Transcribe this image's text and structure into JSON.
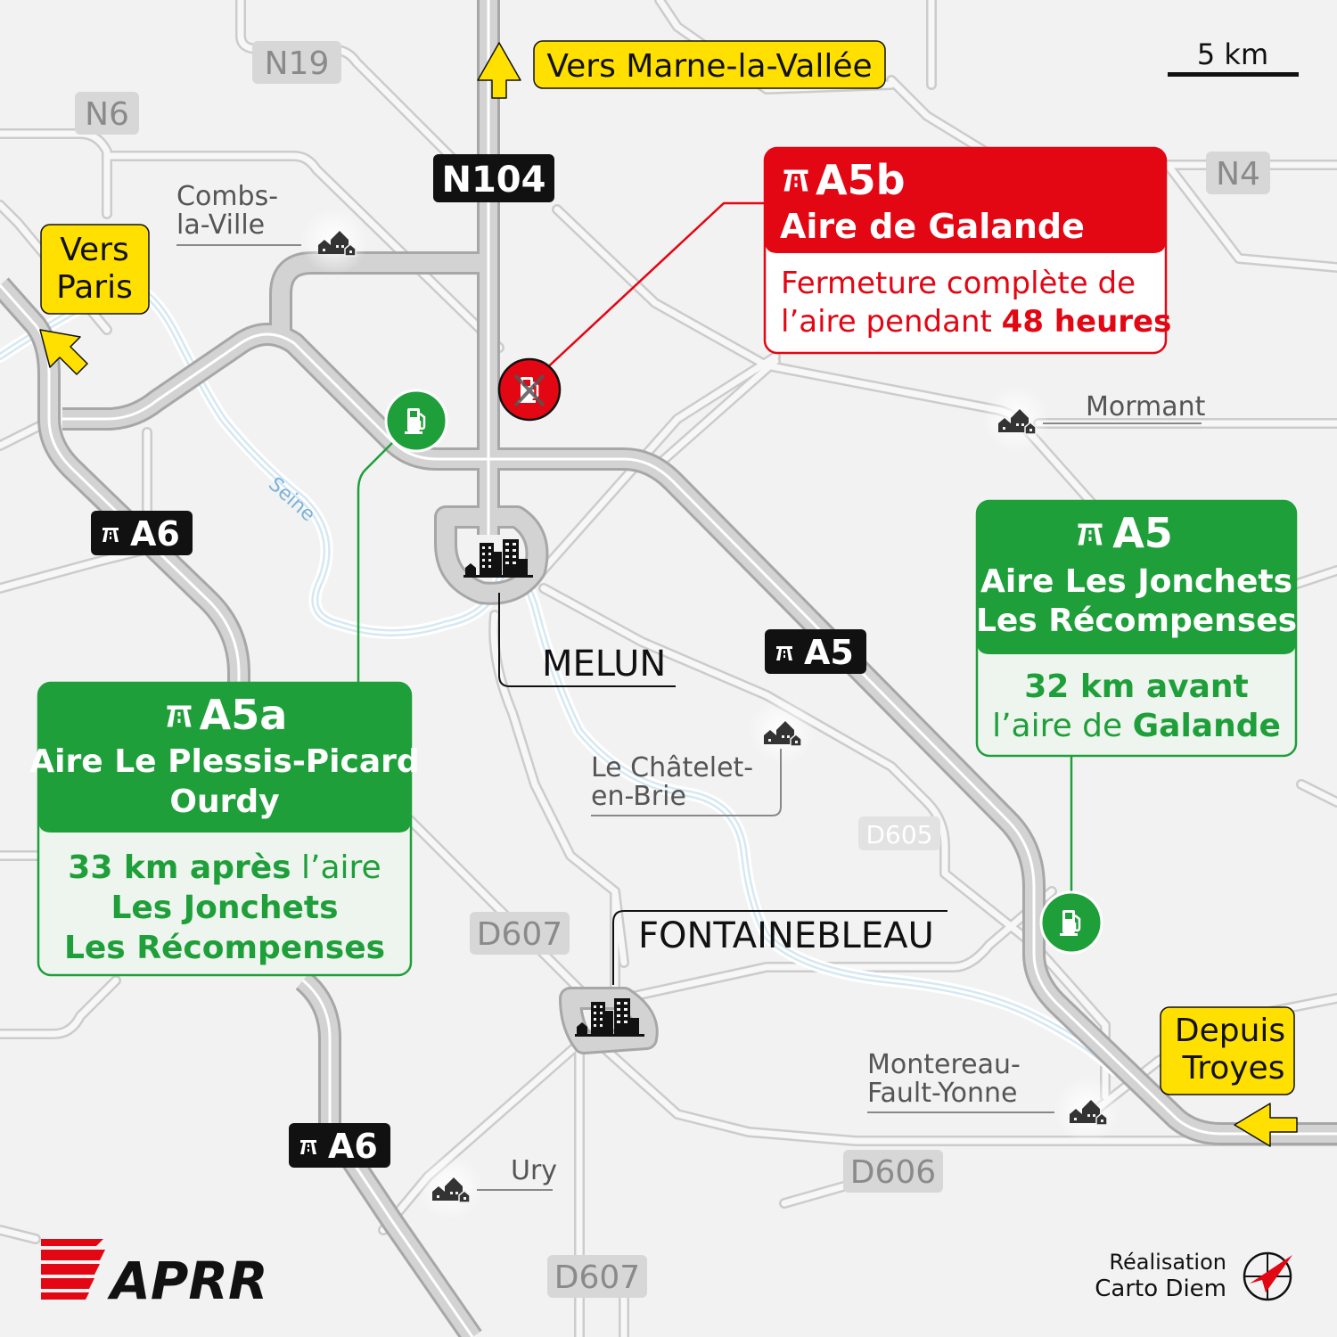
{
  "directions": {
    "north": "Vers Marne-la-Vallée",
    "west_line1": "Vers",
    "west_line2": "Paris",
    "east_line1": "Depuis",
    "east_line2": "Troyes"
  },
  "roads": {
    "n19": "N19",
    "n6": "N6",
    "n104": "N104",
    "n4": "N4",
    "a6_north": "A6",
    "a6_south": "A6",
    "a5": "A5",
    "d605": "D605",
    "d607_north": "D607",
    "d607_south": "D607",
    "d606": "D606"
  },
  "places": {
    "combs_line1": "Combs-",
    "combs_line2": "la-Ville",
    "mormant": "Mormant",
    "seine": "Seine",
    "melun": "MELUN",
    "chatelet_line1": "Le Châtelet-",
    "chatelet_line2": "en-Brie",
    "fontainebleau": "FONTAINEBLEAU",
    "montereau_line1": "Montereau-",
    "montereau_line2": "Fault-Yonne",
    "ury": "Ury"
  },
  "scale": {
    "label": "5 km"
  },
  "callout_a5b": {
    "code": "A5b",
    "name": "Aire de Galande",
    "msg1": "Fermeture complète de",
    "msg2_prefix": "l’aire pendant ",
    "msg2_bold": "48 heures"
  },
  "callout_a5": {
    "code": "A5",
    "name1": "Aire Les Jonchets",
    "name2": "Les Récompenses",
    "l1": "32 km avant",
    "l2_prefix": "l’aire de ",
    "l2_bold": "Galande"
  },
  "callout_a5a": {
    "code": "A5a",
    "name1": "Aire Le Plessis-Picard",
    "name2": "Ourdy",
    "l1_bold": "33 km après",
    "l1_rest": " l’aire",
    "l2": "Les Jonchets",
    "l3": "Les Récompenses"
  },
  "branding": {
    "logo": "APRR",
    "credit1": "Réalisation",
    "credit2": "Carto Diem"
  },
  "colors": {
    "red": "#e30613",
    "green": "#1e9f3a",
    "yellow": "#ffe000",
    "black": "#111111",
    "road": "#b9b9b9",
    "minor_road": "#d9d9d9"
  }
}
